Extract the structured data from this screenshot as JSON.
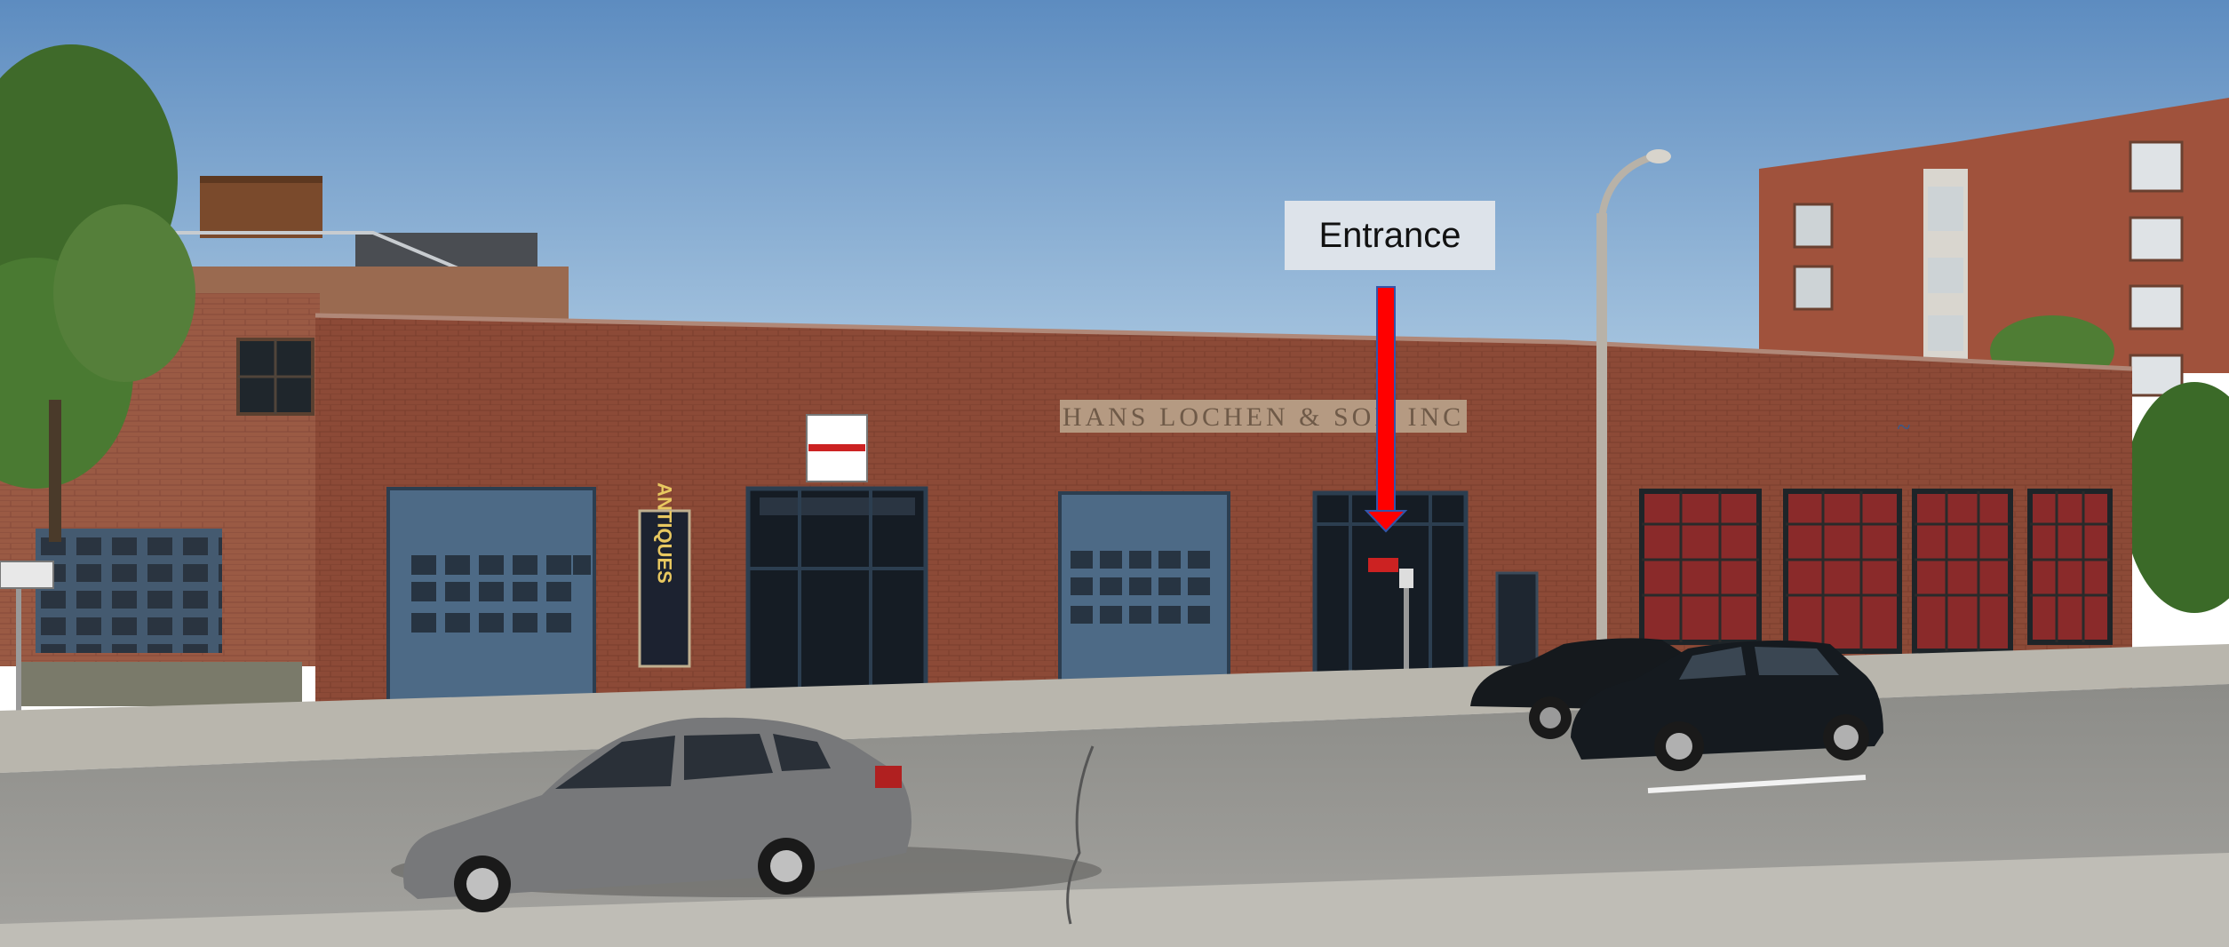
{
  "annotation": {
    "label": "Entrance",
    "arrow_color": "#ff0000"
  },
  "building": {
    "sign_text": "HANS LOCHEN & SON INC",
    "antiques_sign": "ANTIQUES",
    "colors": {
      "brick": "#8a4a36",
      "garage_door": "#4d6a86",
      "sky": "#7ea6cf"
    }
  },
  "scene_elements": [
    "sky",
    "brick-warehouse",
    "garage-doors",
    "street-lamp",
    "parked-cars",
    "moving-car",
    "road",
    "sidewalk",
    "trees",
    "apartment-building"
  ]
}
